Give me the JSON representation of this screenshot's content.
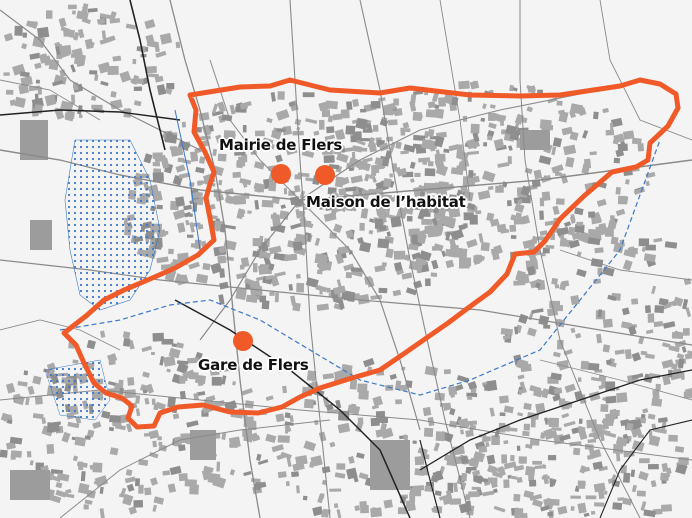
{
  "map": {
    "labels": {
      "mairie": "Mairie de Flers",
      "maison": "Maison de l’habitat",
      "gare": "Gare de Flers"
    },
    "colors": {
      "boundary": "#f05a28",
      "marker": "#f05a28",
      "building": "#a9a9a9",
      "water": "#3a78c9",
      "road_line": "#8a8a8a",
      "background": "#f4f4f4"
    },
    "icons": {
      "marker": "circle-marker-icon"
    }
  }
}
